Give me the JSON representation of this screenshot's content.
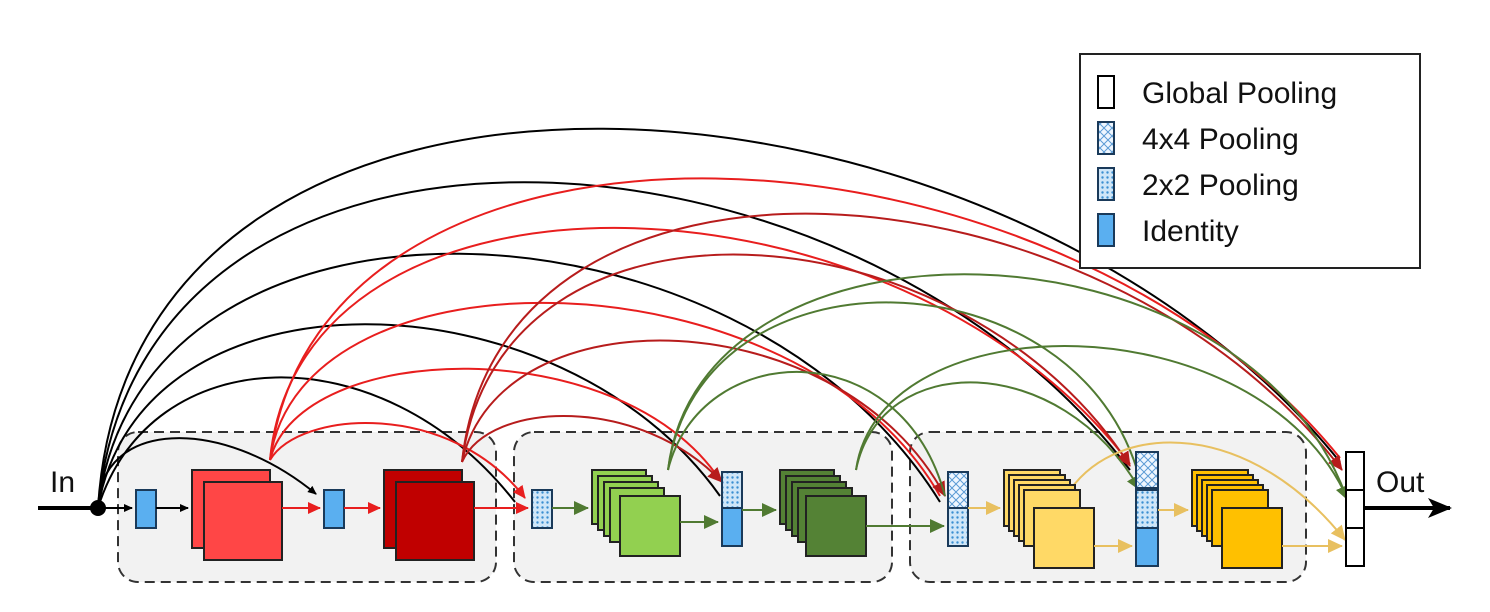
{
  "labels": {
    "input": "In",
    "output": "Out"
  },
  "legend": [
    {
      "name": "global-pooling",
      "label": "Global Pooling",
      "fill": "#ffffff",
      "pattern": "none"
    },
    {
      "name": "pooling-4x4",
      "label": "4x4 Pooling",
      "fill": "#e8f4ff",
      "pattern": "cross"
    },
    {
      "name": "pooling-2x2",
      "label": "2x2 Pooling",
      "fill": "#9fd0f2",
      "pattern": "dots"
    },
    {
      "name": "identity",
      "label": "Identity",
      "fill": "#5aaff0",
      "pattern": "none"
    }
  ],
  "colors": {
    "stage1_light": "#ff4646",
    "stage1_dark": "#c00000",
    "stage2_light": "#92d050",
    "stage2_dark": "#548235",
    "stage3_light": "#ffd966",
    "stage3_dark": "#ffc000",
    "arrow_black": "#000000",
    "arrow_red": "#e81e1e",
    "arrow_darkred": "#b71c1c",
    "arrow_green": "#507a32",
    "arrow_yellow": "#e8c060",
    "panel": "#f2f2f2"
  }
}
